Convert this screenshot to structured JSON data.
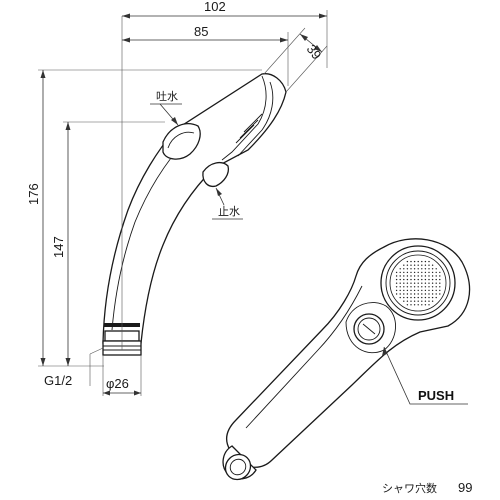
{
  "dimensions": {
    "overall_width": "102",
    "head_width": "85",
    "head_depth": "39",
    "overall_height": "176",
    "handle_height": "147",
    "thread": "G1/2",
    "diameter": "φ26"
  },
  "callouts": {
    "spray": "吐水",
    "stop": "止水",
    "push": "PUSH"
  },
  "shower_holes": {
    "label": "シャワ穴数",
    "count": "99"
  }
}
